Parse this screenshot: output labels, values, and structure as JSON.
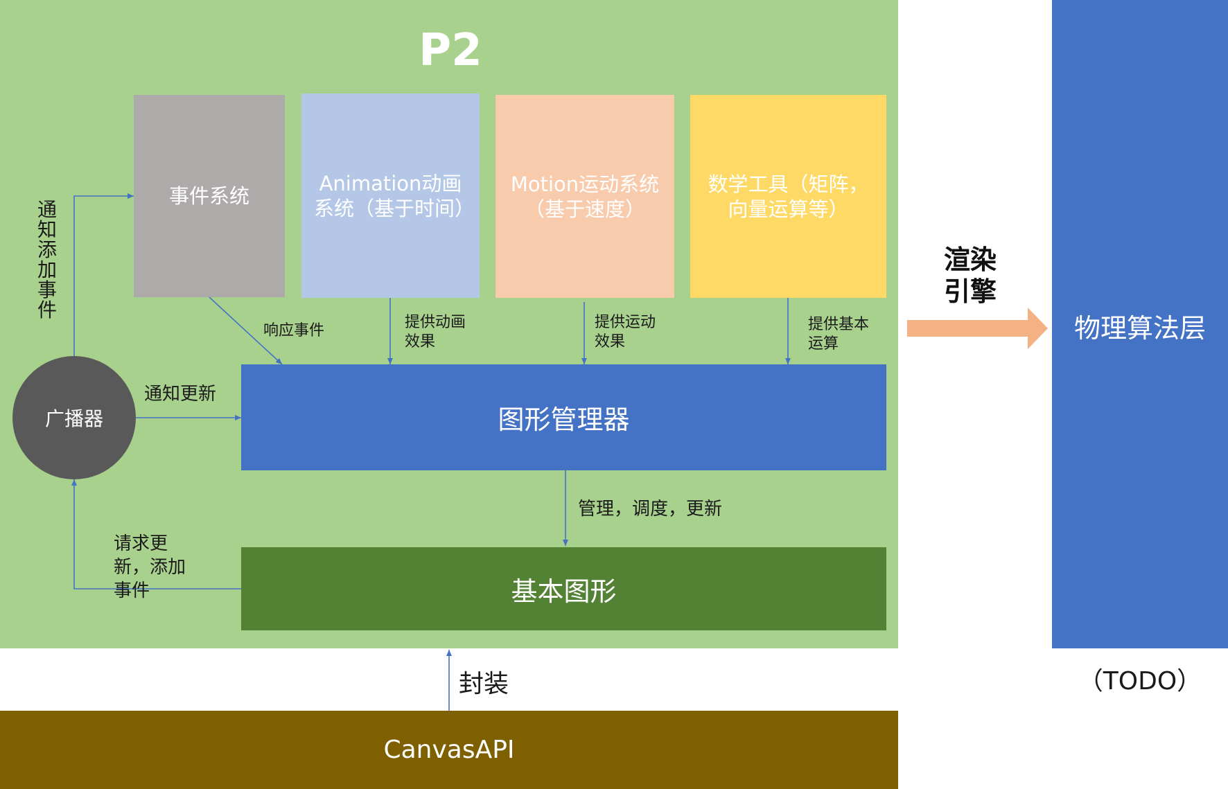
{
  "diagram": {
    "title": "P2",
    "modules": {
      "event": "事件系统",
      "animation": "Animation动画系统（基于时间）",
      "motion": "Motion运动系统（基于速度）",
      "math": "数学工具（矩阵，向量运算等）"
    },
    "graphics_manager": "图形管理器",
    "basic_shapes": "基本图形",
    "broadcaster": "广播器",
    "edge_labels": {
      "notify_add_event": "通知添加事件",
      "respond_event": "响应事件",
      "provide_animation": "提供动画效果",
      "provide_motion": "提供运动效果",
      "provide_basic_ops": "提供基本运算",
      "notify_update": "通知更新",
      "manage": "管理，调度，更新",
      "request_update": "请求更新，添加事件",
      "wrap": "封装"
    },
    "render_engine": "渲染引擎",
    "physics_layer": "物理算法层",
    "todo": "（TODO）",
    "canvas_api": "CanvasAPI"
  },
  "colors": {
    "panel_green": "#a9d18e",
    "event_gray": "#aeaaaa",
    "animation_blue": "#b4c7e7",
    "motion_peach": "#f8cbad",
    "math_yellow": "#ffd966",
    "manager_blue": "#4472c4",
    "shapes_green": "#548235",
    "broadcaster_gray": "#595959",
    "canvas_brown": "#7f6000",
    "arrow_orange": "#f4b183",
    "connector_blue": "#4472c4"
  }
}
